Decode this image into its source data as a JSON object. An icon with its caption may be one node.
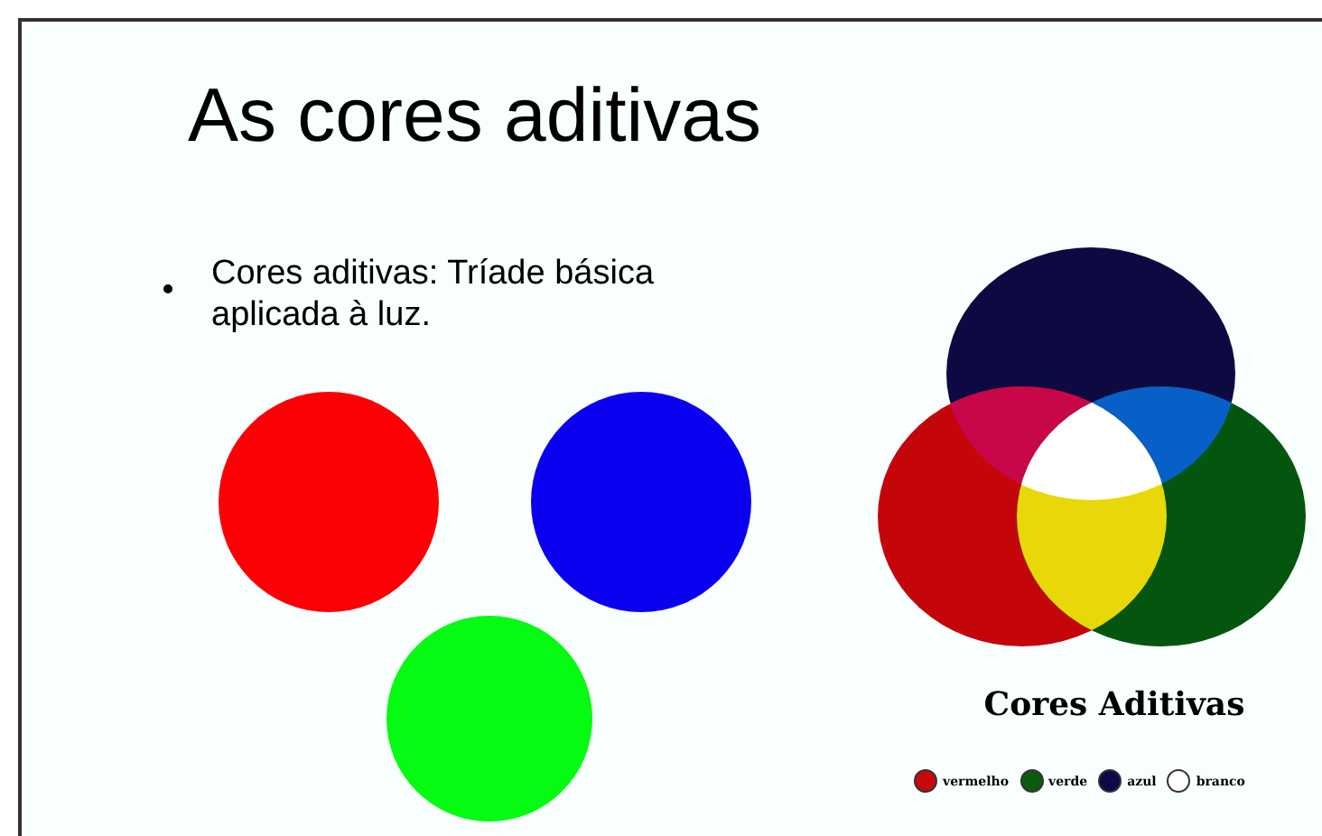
{
  "diagram": {
    "title": "As cores aditivas",
    "labels": [
      "Cores aditivas: Tríade básica aplicada à luz.",
      "Cores Aditivas"
    ],
    "legend": [
      {
        "text": "vermelho",
        "color": "#c8080c"
      },
      {
        "text": "verde",
        "color": "#0a5a10"
      },
      {
        "text": "azul",
        "color": "#0c0a48"
      },
      {
        "text": "branco",
        "color": "#ffffff"
      }
    ]
  }
}
